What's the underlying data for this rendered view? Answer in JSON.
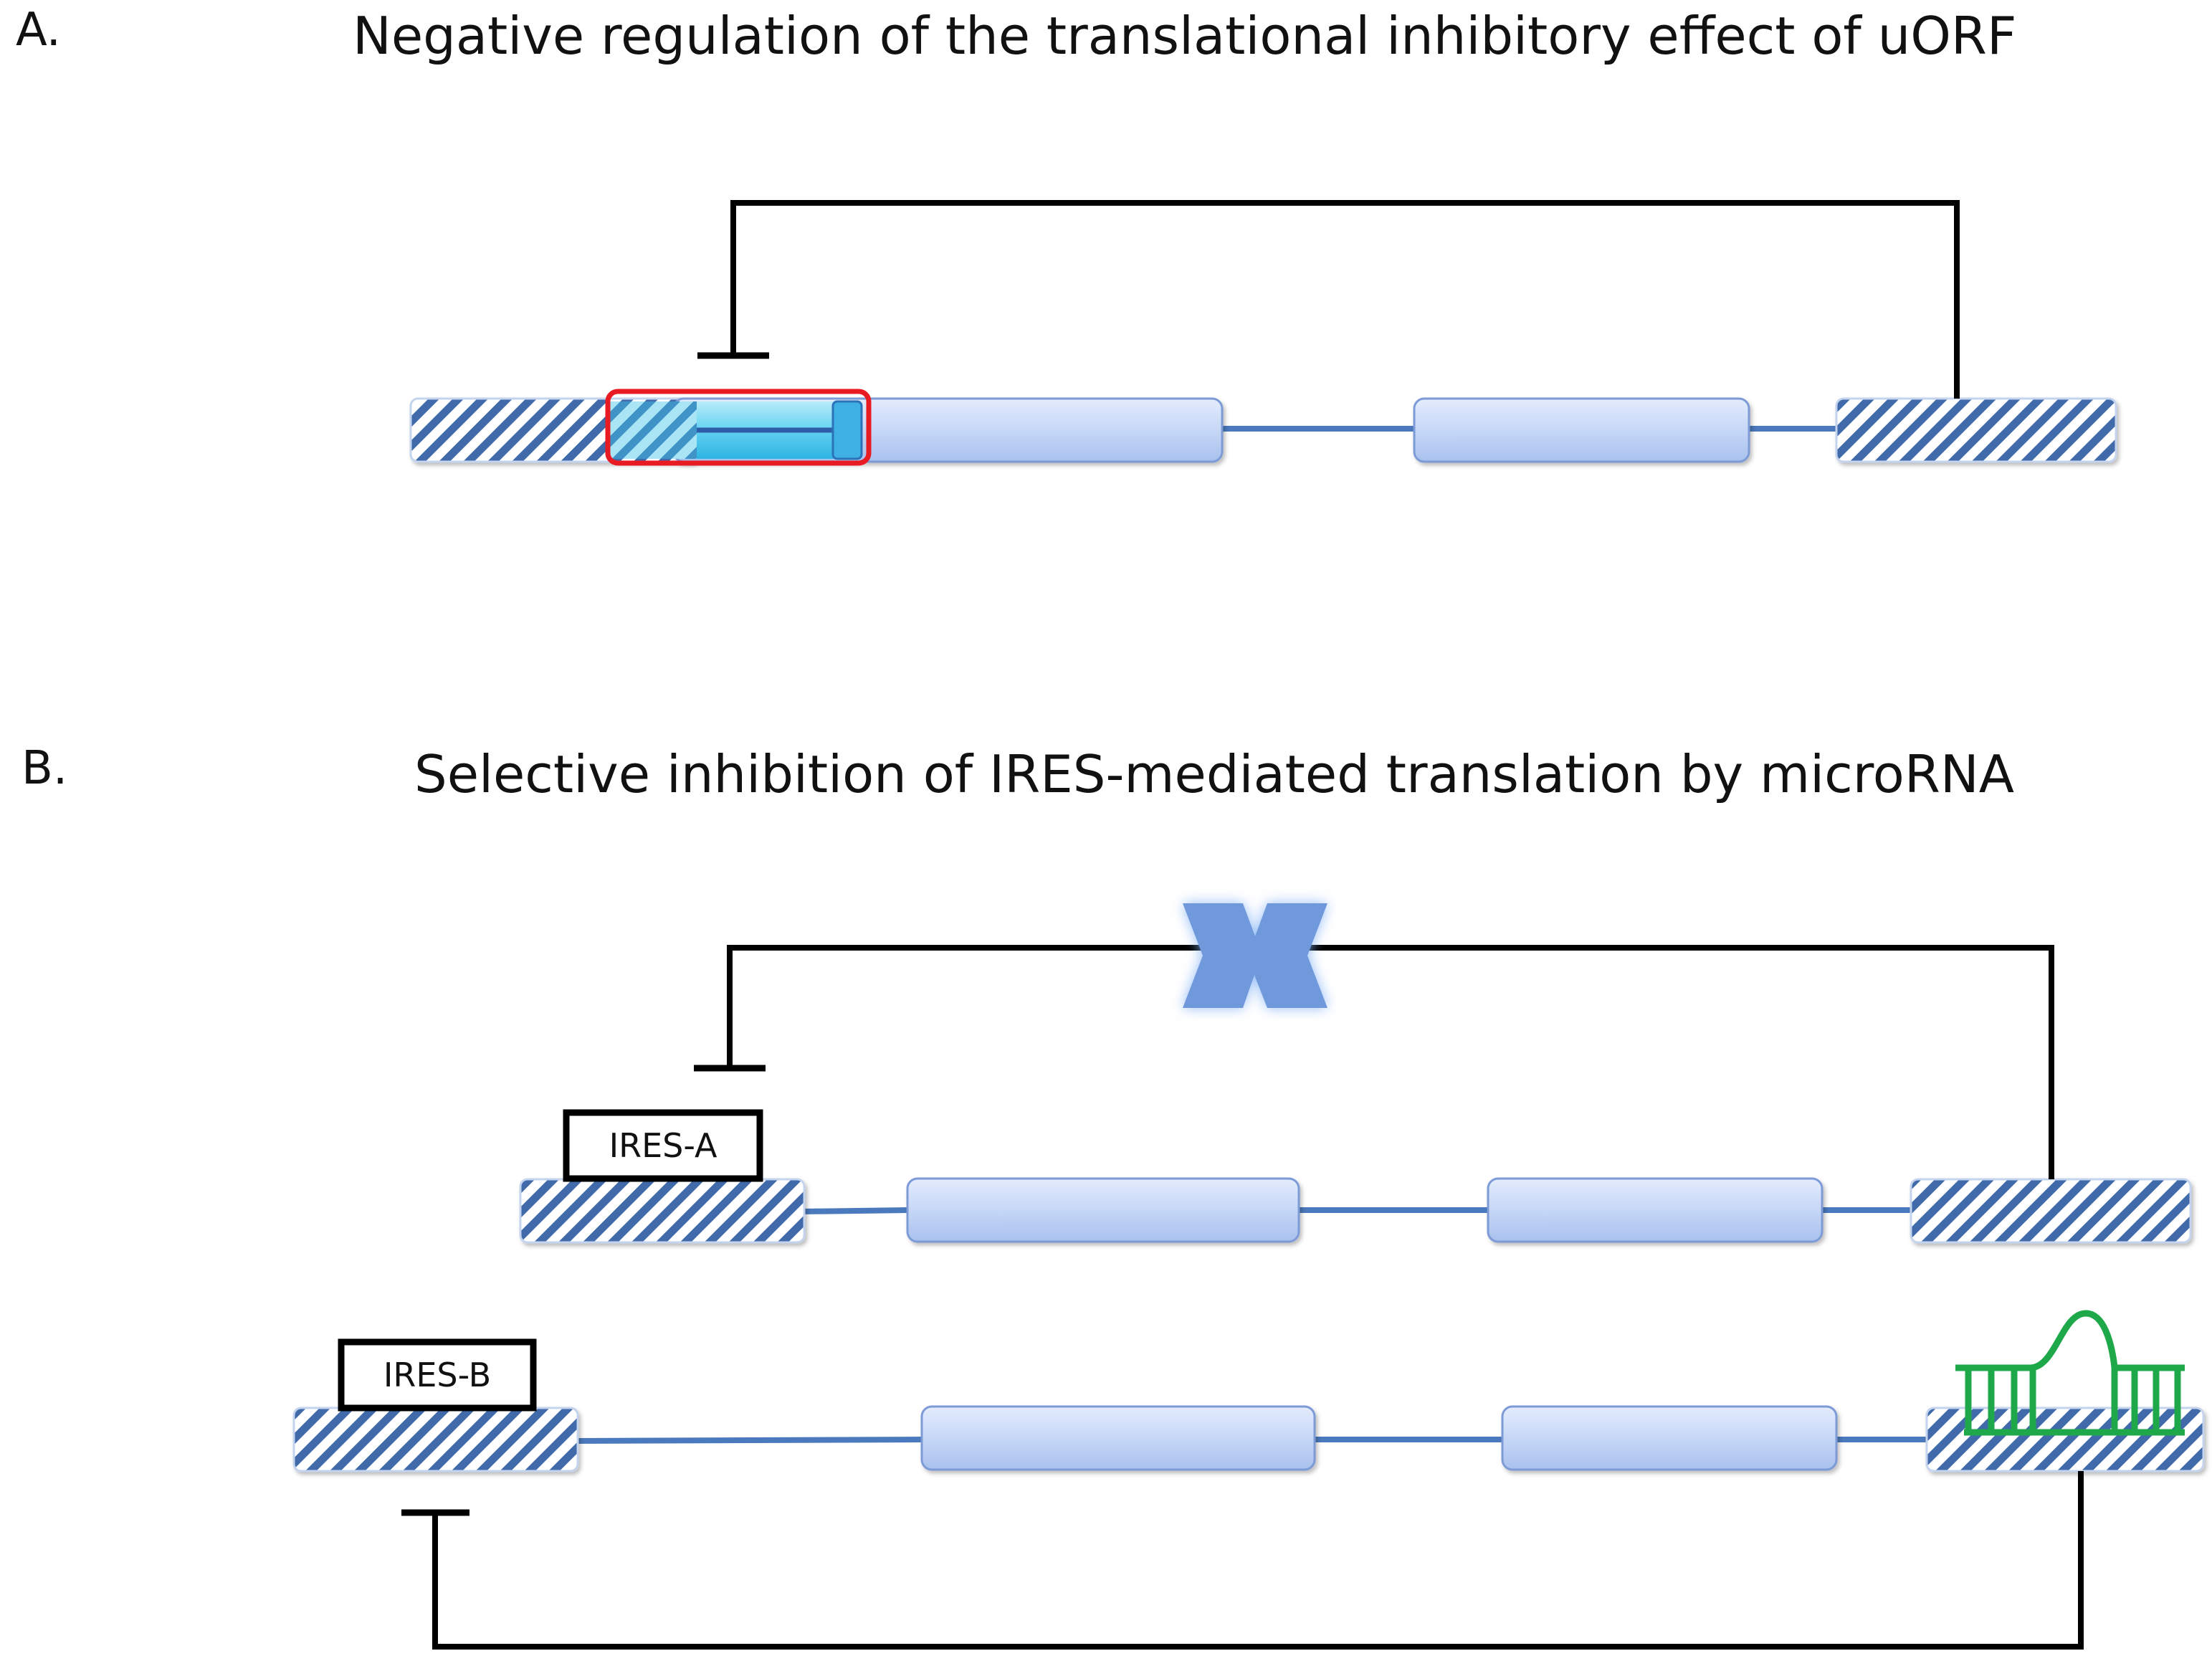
{
  "panels": {
    "a": {
      "letter": "A.",
      "title": "Negative regulation of the translational inhibitory effect of uORF"
    },
    "b": {
      "letter": "B.",
      "title": "Selective inhibition of IRES-mediated translation by microRNA",
      "ires_a_label": "IRES-A",
      "ires_b_label": "IRES-B"
    }
  },
  "colors": {
    "exon_fill_light": "#dbe6fb",
    "exon_fill_dark": "#a9c1ee",
    "exon_stroke": "#7d9bd6",
    "intron_line": "#4b79bd",
    "hatch_stripe": "#3f6aaa",
    "uorf_highlight": "#43c6ec",
    "uorf_border": "#e81b23",
    "mirna_green": "#1fa84a",
    "block_symbol": "#2f5fb3",
    "inhibition_line": "#000000"
  }
}
